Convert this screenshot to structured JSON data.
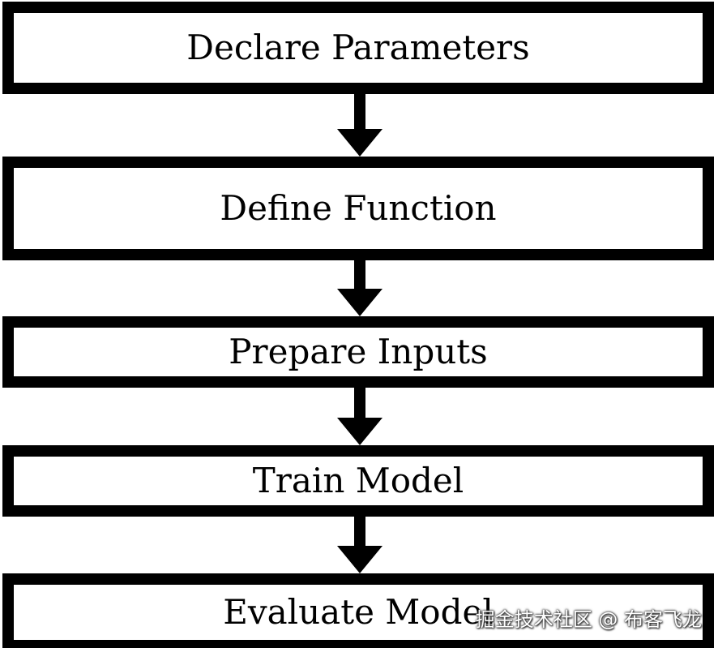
{
  "flowchart": {
    "steps": [
      {
        "label": "Declare Parameters"
      },
      {
        "label": "Define Function"
      },
      {
        "label": "Prepare Inputs"
      },
      {
        "label": "Train Model"
      },
      {
        "label": "Evaluate Model"
      }
    ]
  },
  "watermark": {
    "text": "掘金技术社区 @ 布客飞龙"
  },
  "colors": {
    "border": "#000000",
    "background": "#ffffff"
  }
}
